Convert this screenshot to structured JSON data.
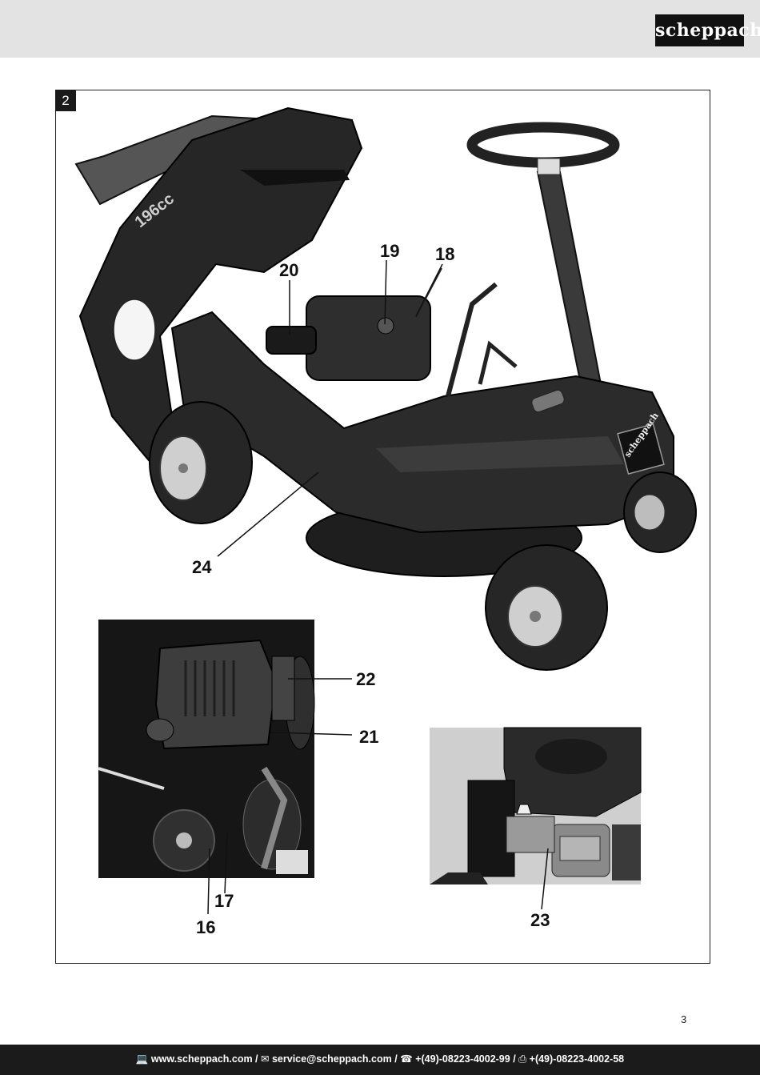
{
  "brand": {
    "logo_text": "scheppach"
  },
  "figure": {
    "number": "2"
  },
  "callouts": [
    {
      "id": "18",
      "text": "18"
    },
    {
      "id": "19",
      "text": "19"
    },
    {
      "id": "20",
      "text": "20"
    },
    {
      "id": "24",
      "text": "24"
    },
    {
      "id": "22",
      "text": "22"
    },
    {
      "id": "21",
      "text": "21"
    },
    {
      "id": "17",
      "text": "17"
    },
    {
      "id": "16",
      "text": "16"
    },
    {
      "id": "23",
      "text": "23"
    }
  ],
  "mower": {
    "decal_text": "196cc",
    "side_logo": "scheppach"
  },
  "page_number": "3",
  "footer": {
    "website": "www.scheppach.com",
    "email": "service@scheppach.com",
    "phone": "+(49)-08223-4002-99",
    "fax": "+(49)-08223-4002-58",
    "separator": " / ",
    "icons": [
      "computer-icon",
      "mail-icon",
      "phone-icon",
      "fax-icon"
    ]
  }
}
